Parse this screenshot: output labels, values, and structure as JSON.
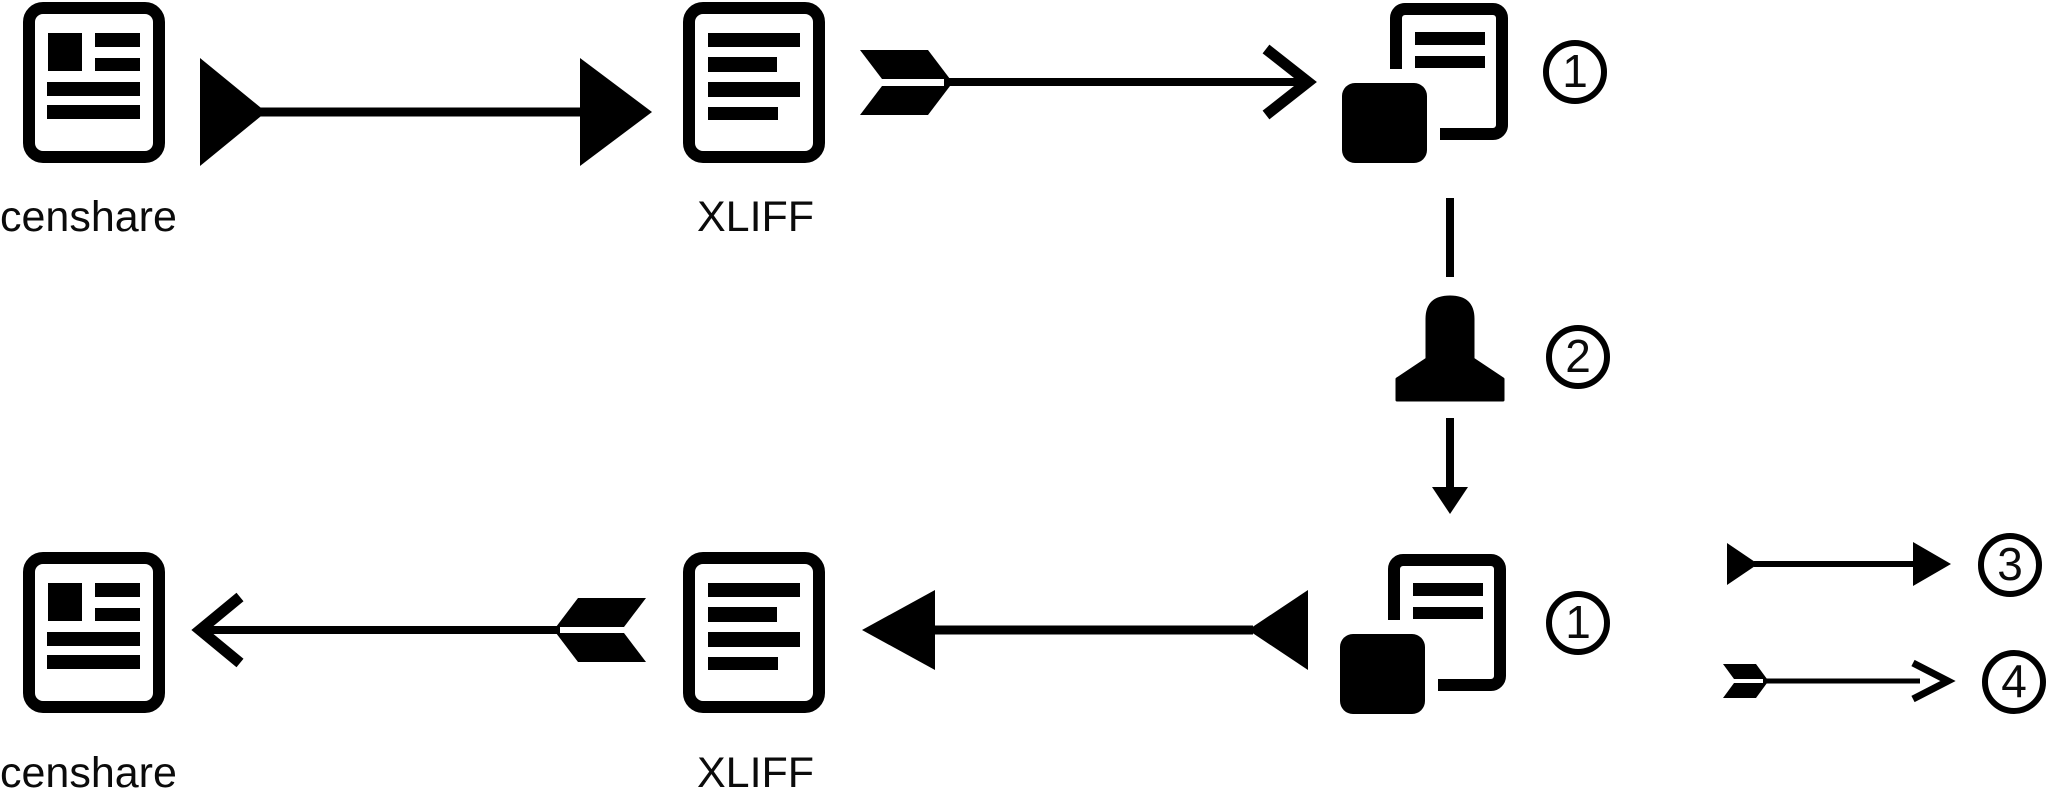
{
  "labels": {
    "censhare_top": "censhare",
    "xliff_top": "XLIFF",
    "censhare_bottom": "censhare",
    "xliff_bottom": "XLIFF"
  },
  "badges": {
    "export_copy": "1",
    "translator": "2",
    "import_copy": "1",
    "legend_solid_arrow": "3",
    "legend_fletched_arrow": "4"
  },
  "icons": {
    "top_source": "censhare-document-icon",
    "top_exchange": "xliff-document-icon",
    "top_copy": "copied-document-icon",
    "middle": "translator-person-icon",
    "bottom_copy": "copied-document-icon",
    "bottom_exchange": "xliff-document-icon",
    "bottom_target": "censhare-document-icon"
  },
  "arrows": {
    "export_transform": "solid-triangle-arrow",
    "send_to_translation": "fletched-arrow",
    "handoff_down": "plain-down-arrow",
    "return_transform": "solid-triangle-arrow-left",
    "receive_from_translation": "fletched-arrow-left",
    "legend_solid": "solid-triangle-arrow",
    "legend_fletched": "fletched-arrow"
  },
  "colors": {
    "ink": "#000000",
    "background": "#ffffff"
  }
}
